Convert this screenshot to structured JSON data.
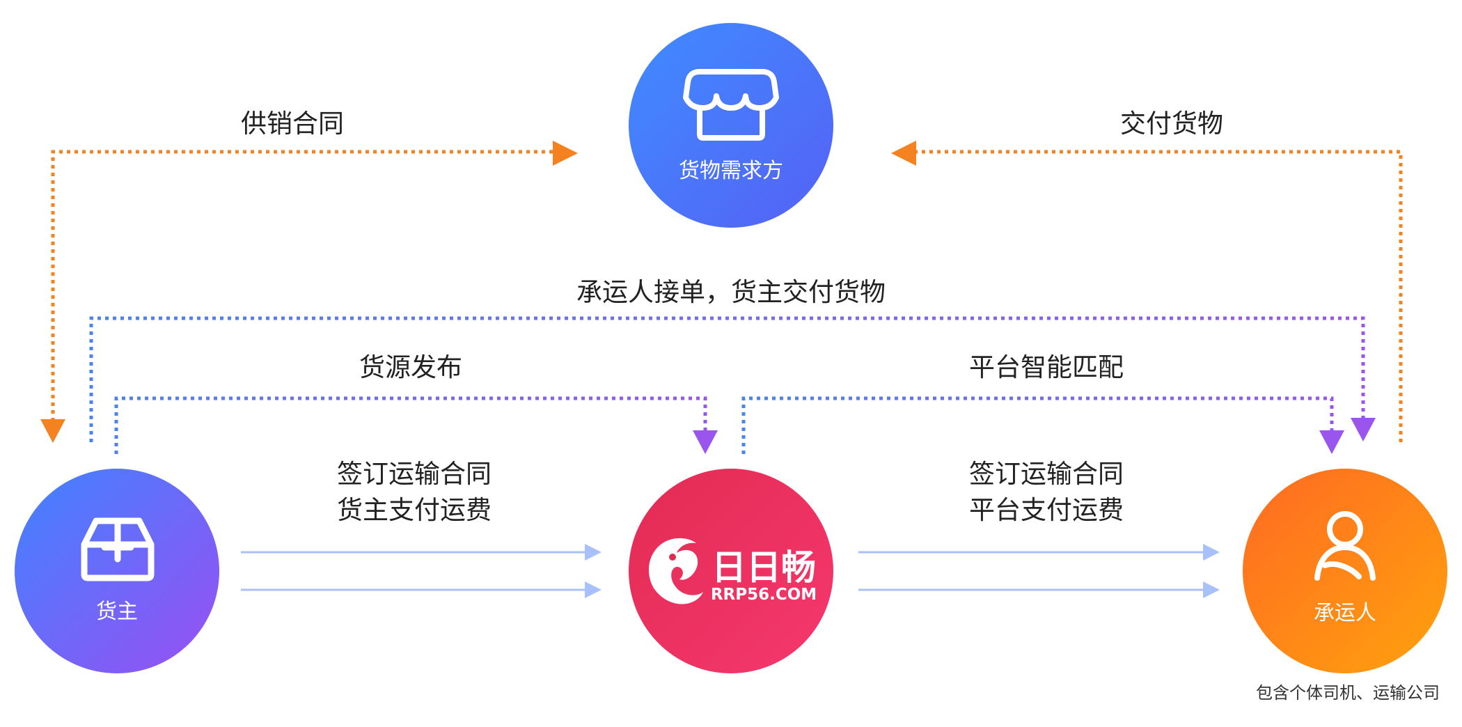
{
  "nodes": {
    "buyer": {
      "label": "货物需求方",
      "icon": "storefront-icon"
    },
    "shipper": {
      "label": "货主",
      "icon": "box-icon"
    },
    "platform": {
      "logo_cn": "日日畅",
      "logo_en": "RRP56.COM",
      "icon": "dragon-logo-icon"
    },
    "carrier": {
      "label": "承运人",
      "icon": "person-icon",
      "note": "包含个体司机、运输公司"
    }
  },
  "edges": {
    "supply_contract": "供销合同",
    "deliver_goods": "交付货物",
    "accept_and_deliver": "承运人接单，货主交付货物",
    "cargo_publish": "货源发布",
    "smart_match": "平台智能匹配",
    "left_flow": {
      "line1": "签订运输合同",
      "line2": "货主支付运费"
    },
    "right_flow": {
      "line1": "签订运输合同",
      "line2": "平台支付运费"
    }
  },
  "colors": {
    "blue_node": "#4f79ff",
    "purple": "#8b5cf6",
    "platform_red": "#ea3060",
    "carrier_orange": "#ff7f1f",
    "orange_dotted": "#f58220",
    "blue_dotted": "#4a84ee",
    "purple_dotted": "#9b55ef",
    "solid_arrow": "#a9c1fb"
  }
}
